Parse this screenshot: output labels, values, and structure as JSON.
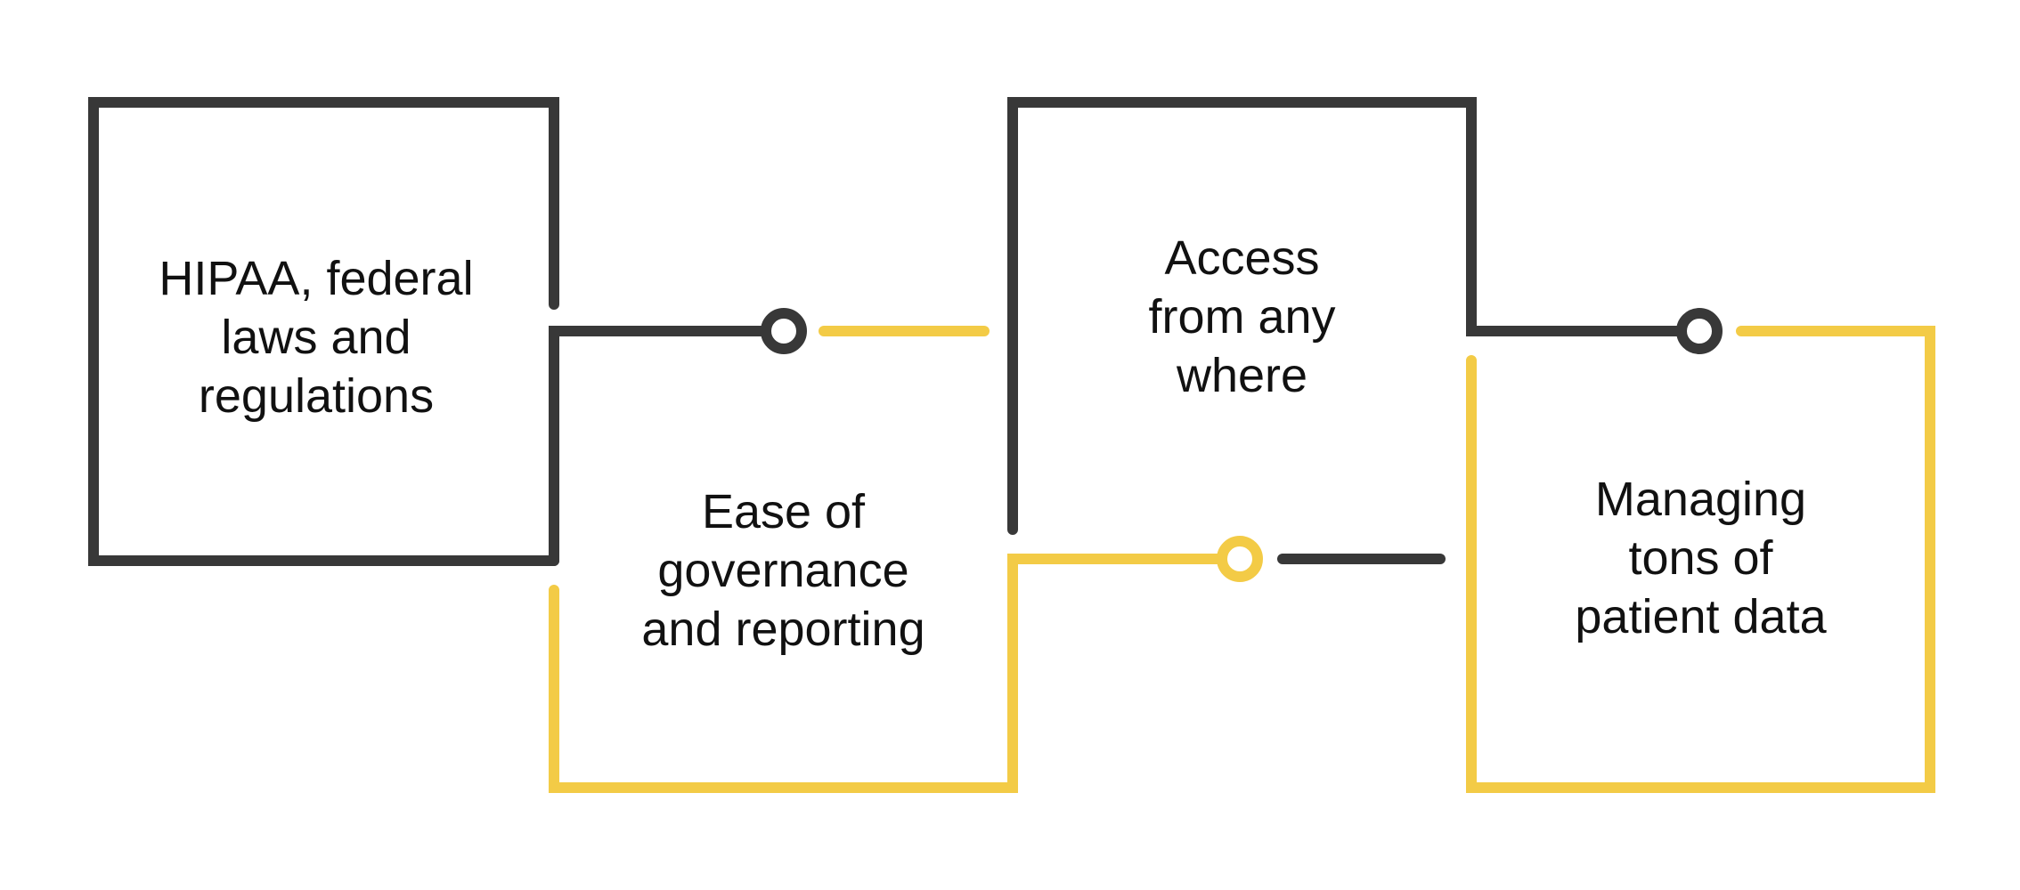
{
  "diagram": {
    "colors": {
      "dark": "#383838",
      "accent": "#f3cb46",
      "text": "#111111",
      "background": "#ffffff"
    },
    "steps": [
      {
        "lines": [
          "HIPAA, federal",
          "laws and",
          "regulations"
        ]
      },
      {
        "lines": [
          "Ease of",
          "governance",
          "and reporting"
        ]
      },
      {
        "lines": [
          "Access",
          "from any",
          "where"
        ]
      },
      {
        "lines": [
          "Managing",
          "tons of",
          "patient data"
        ]
      }
    ]
  }
}
